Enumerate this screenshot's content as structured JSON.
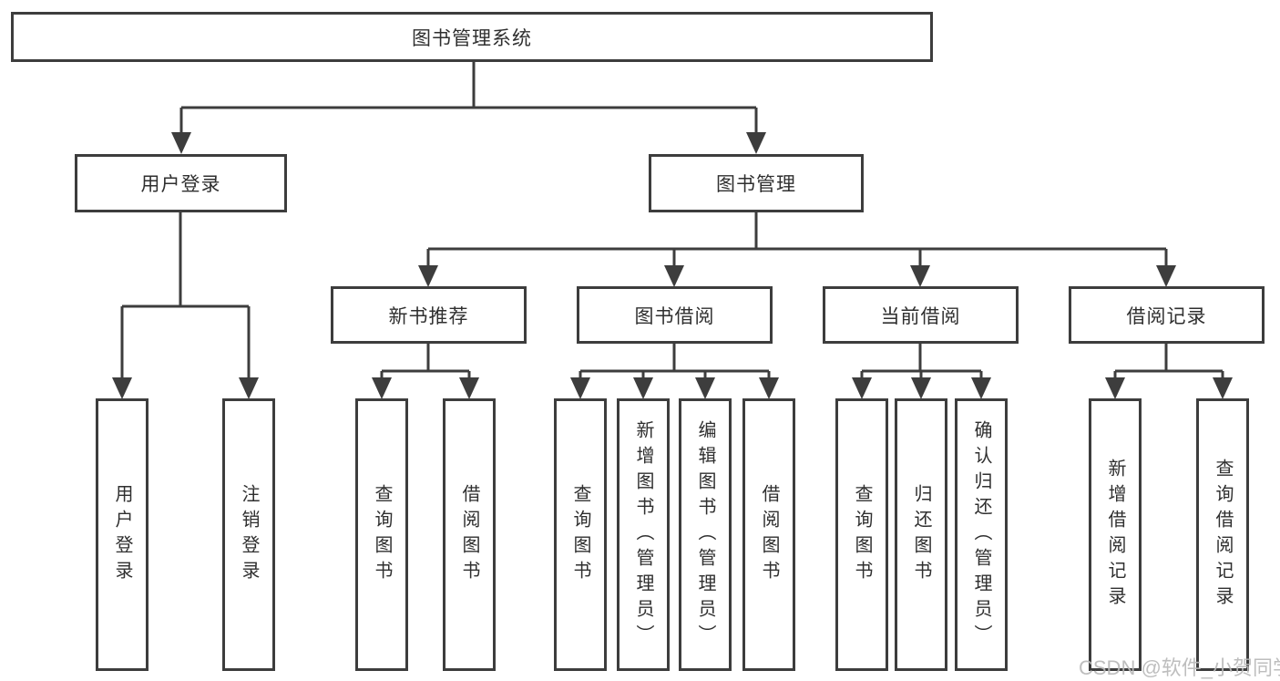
{
  "diagram": {
    "root": {
      "label": "图书管理系统"
    },
    "level2": {
      "userLogin": {
        "label": "用户登录"
      },
      "bookMgmt": {
        "label": "图书管理"
      }
    },
    "level3": {
      "newBookRec": {
        "label": "新书推荐"
      },
      "bookBorrow": {
        "label": "图书借阅"
      },
      "currentBorrow": {
        "label": "当前借阅"
      },
      "borrowRecord": {
        "label": "借阅记录"
      }
    },
    "leaves": {
      "userLogin": {
        "label": "用户登录",
        "parent": "用户登录"
      },
      "logout": {
        "label": "注销登录",
        "parent": "用户登录"
      },
      "queryBook1": {
        "label": "查询图书",
        "parent": "新书推荐"
      },
      "borrowBook1": {
        "label": "借阅图书",
        "parent": "新书推荐"
      },
      "queryBook2": {
        "label": "查询图书",
        "parent": "图书借阅"
      },
      "addBook": {
        "label": "新增图书（管理员）",
        "parent": "图书借阅"
      },
      "editBook": {
        "label": "编辑图书（管理员）",
        "parent": "图书借阅"
      },
      "borrowBook2": {
        "label": "借阅图书",
        "parent": "图书借阅"
      },
      "queryBook3": {
        "label": "查询图书",
        "parent": "当前借阅"
      },
      "returnBook": {
        "label": "归还图书",
        "parent": "当前借阅"
      },
      "confirmReturn": {
        "label": "确认归还（管理员）",
        "parent": "当前借阅"
      },
      "addRecord": {
        "label": "新增借阅记录",
        "parent": "借阅记录"
      },
      "queryRecord": {
        "label": "查询借阅记录",
        "parent": "借阅记录"
      }
    }
  },
  "watermark": {
    "text": "CSDN @软件_小贺同学"
  },
  "colors": {
    "line": "#3d3d3d",
    "border": "#3d3d3d",
    "text": "#2f2f2f",
    "bg": "#ffffff",
    "watermark": "#b9b9b9"
  }
}
